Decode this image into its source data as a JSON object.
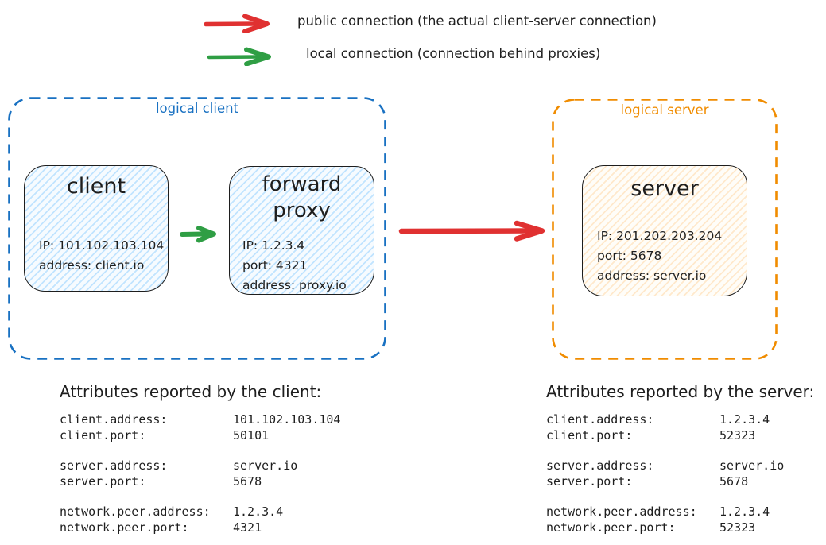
{
  "legend": {
    "items": [
      {
        "name": "public",
        "label": "public connection (the actual client-server connection)",
        "color": "#e03131"
      },
      {
        "name": "local",
        "label": "local connection (connection behind proxies)",
        "color": "#2f9e44"
      }
    ]
  },
  "diagram": {
    "logical_client": {
      "label": "logical client",
      "color": "#1971c2",
      "nodes": [
        {
          "title": "client",
          "fill": "#a5d8ff",
          "lines": [
            "IP: 101.102.103.104",
            "address: client.io"
          ]
        },
        {
          "title": "forward proxy",
          "fill": "#a5d8ff",
          "lines": [
            "IP: 1.2.3.4",
            "port: 4321",
            "address: proxy.io"
          ]
        }
      ]
    },
    "logical_server": {
      "label": "logical server",
      "color": "#f08c00",
      "nodes": [
        {
          "title": "server",
          "fill": "#ffd8a8",
          "lines": [
            "IP: 201.202.203.204",
            "port: 5678",
            "address: server.io"
          ]
        }
      ]
    },
    "arrows": {
      "client_to_proxy_color": "#2f9e44",
      "client_to_server_color": "#e03131"
    }
  },
  "attributes": {
    "client": {
      "title": "Attributes reported by the client:",
      "groups": [
        [
          {
            "key": "client.address:",
            "value": "101.102.103.104"
          },
          {
            "key": "client.port:",
            "value": "50101"
          }
        ],
        [
          {
            "key": "server.address:",
            "value": "server.io"
          },
          {
            "key": "server.port:",
            "value": "5678"
          }
        ],
        [
          {
            "key": "network.peer.address:",
            "value": "1.2.3.4"
          },
          {
            "key": "network.peer.port:",
            "value": "4321"
          }
        ]
      ]
    },
    "server": {
      "title": "Attributes reported by the server:",
      "groups": [
        [
          {
            "key": "client.address:",
            "value": "1.2.3.4"
          },
          {
            "key": "client.port:",
            "value": "52323"
          }
        ],
        [
          {
            "key": "server.address:",
            "value": "server.io"
          },
          {
            "key": "server.port:",
            "value": "5678"
          }
        ],
        [
          {
            "key": "network.peer.address:",
            "value": "1.2.3.4"
          },
          {
            "key": "network.peer.port:",
            "value": "52323"
          }
        ]
      ]
    }
  }
}
